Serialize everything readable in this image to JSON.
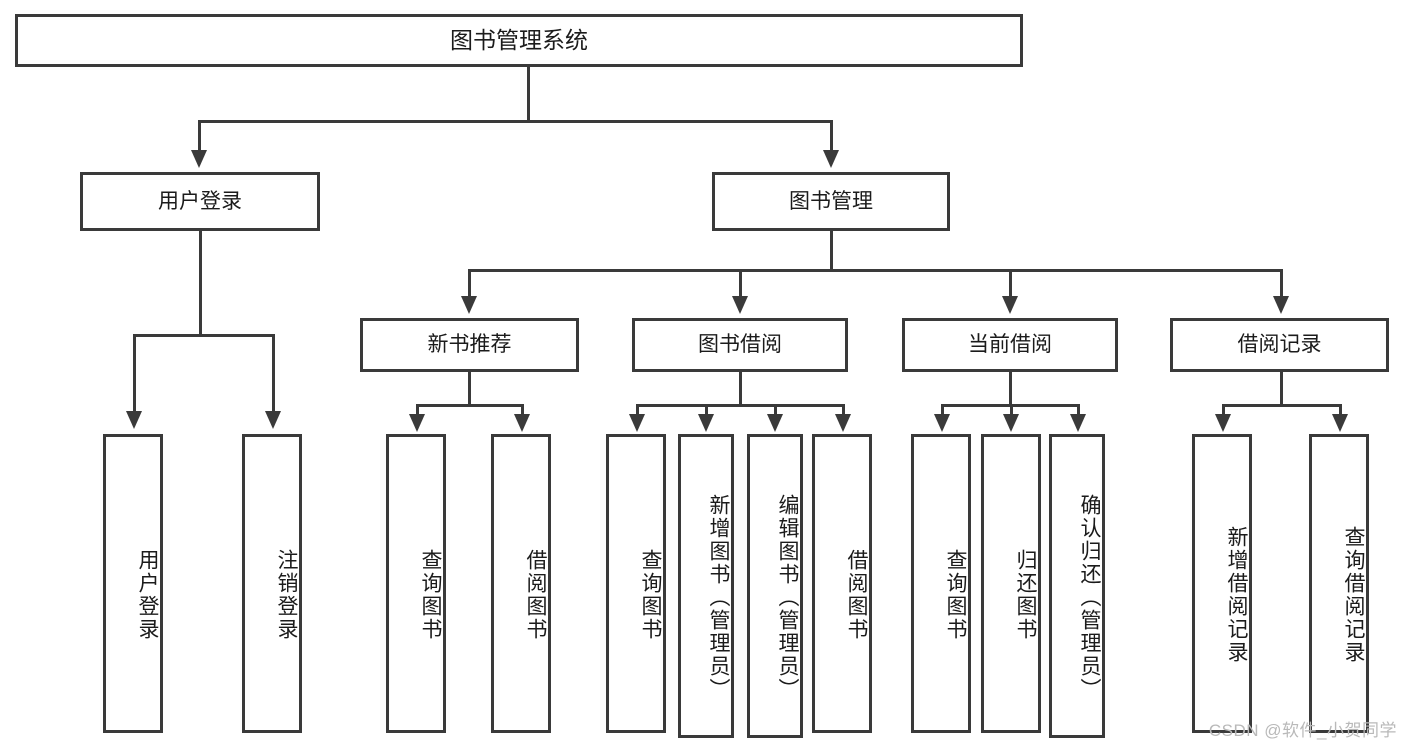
{
  "diagram": {
    "title": "图书管理系统",
    "type": "tree",
    "watermark": "CSDN @软件_小贺同学",
    "colors": {
      "stroke": "#3a3a3a",
      "fill": "#ffffff",
      "text": "#1b1b1b",
      "watermark": "#b9b9b9"
    },
    "nodes": {
      "root": "图书管理系统",
      "level1": [
        {
          "label": "用户登录"
        },
        {
          "label": "图书管理"
        }
      ],
      "level2": [
        {
          "label": "新书推荐"
        },
        {
          "label": "图书借阅"
        },
        {
          "label": "当前借阅"
        },
        {
          "label": "借阅记录"
        }
      ],
      "leaves": {
        "user_login": [
          {
            "label": "用户登录"
          },
          {
            "label": "注销登录"
          }
        ],
        "new_book_recommend": [
          {
            "label": "查询图书"
          },
          {
            "label": "借阅图书"
          }
        ],
        "book_borrow": [
          {
            "label": "查询图书"
          },
          {
            "label": "新增图书（管理员）"
          },
          {
            "label": "编辑图书（管理员）"
          },
          {
            "label": "借阅图书"
          }
        ],
        "current_borrow": [
          {
            "label": "查询图书"
          },
          {
            "label": "归还图书"
          },
          {
            "label": "确认归还（管理员）"
          }
        ],
        "borrow_record": [
          {
            "label": "新增借阅记录"
          },
          {
            "label": "查询借阅记录"
          }
        ]
      }
    }
  }
}
